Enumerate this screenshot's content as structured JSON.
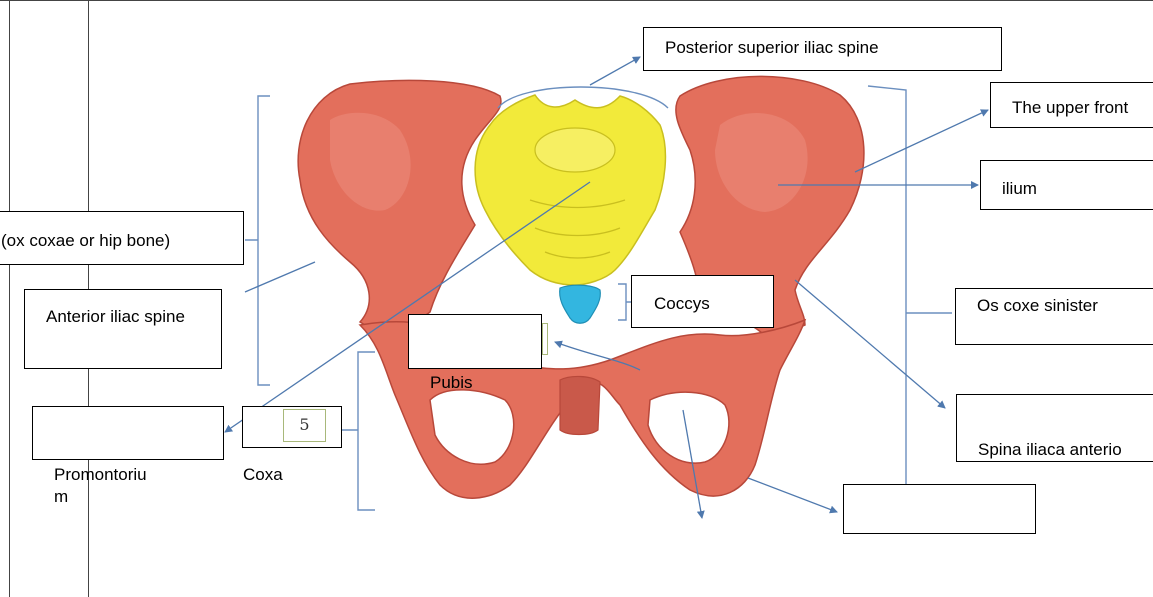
{
  "labels": {
    "posterior_superior_iliac_spine": "Posterior superior iliac spine",
    "upper_front": "The upper front",
    "ilium": "ilium",
    "os_coxae": "(ox coxae or hip bone)",
    "anterior_iliac_spine": "Anterior iliac spine",
    "coccys": "Coccys",
    "os_coxe_sinister": "Os coxe sinister",
    "pubis": "Pubis",
    "spina_iliaca": "Spina iliaca anterio",
    "number_box": "5",
    "promontorium_line1": "Promontoriu",
    "promontorium_line2": "m",
    "coxa": "Coxa"
  },
  "colors": {
    "bone": "#e36f5c",
    "bone_dark": "#b8483a",
    "sacrum": "#f2ea3a",
    "sacrum_dark": "#c9bf1f",
    "coccyx": "#33b6e0",
    "arrow": "#4f79ae"
  }
}
